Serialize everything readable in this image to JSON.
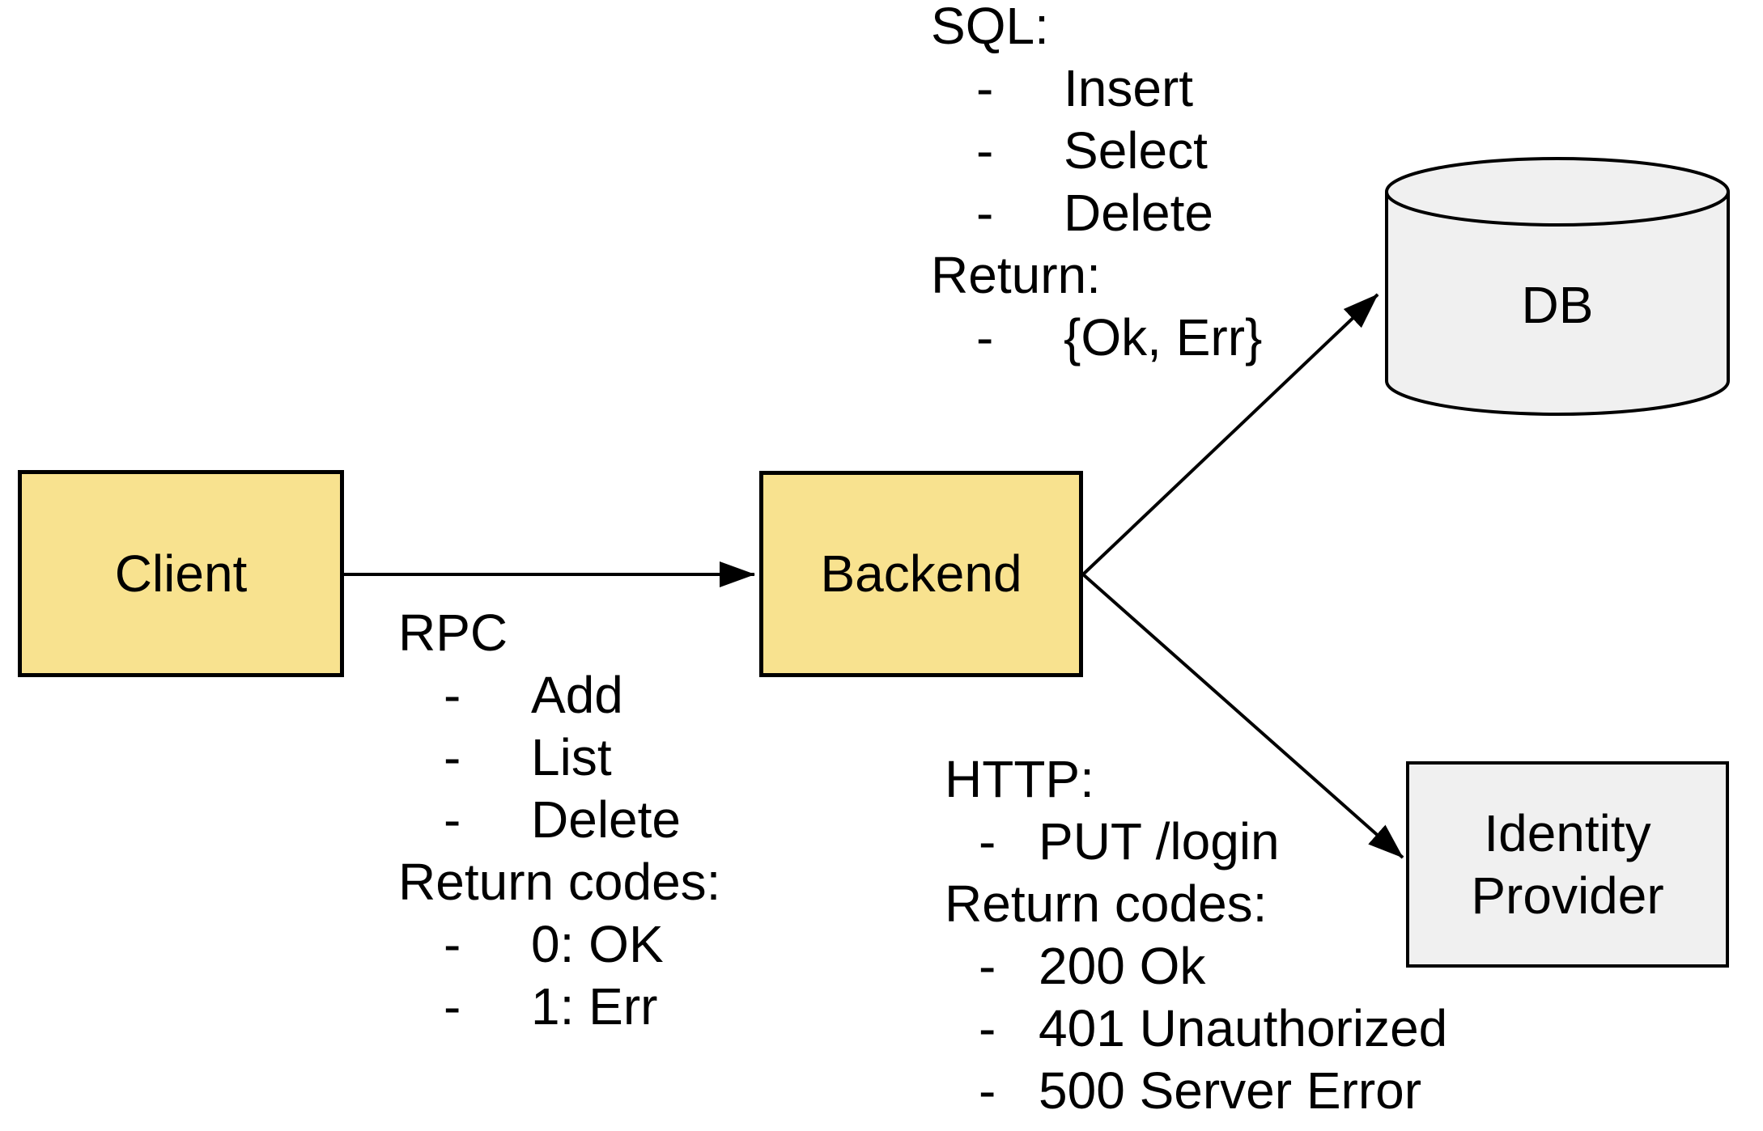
{
  "colors": {
    "process_fill": "#F8E28F",
    "process_stroke": "#000000",
    "datastore_fill": "#F0F0F0",
    "datastore_stroke": "#000000",
    "text_color": "#000000",
    "arrow_color": "#000000",
    "bg": "#FFFFFF"
  },
  "bullet_char": "-",
  "nodes": {
    "client": {
      "label": "Client"
    },
    "backend": {
      "label": "Backend"
    },
    "db": {
      "label": "DB"
    },
    "identity_provider": {
      "label_lines": [
        "Identity",
        "Provider"
      ]
    }
  },
  "edges": [
    {
      "from": "Client",
      "to": "Backend"
    },
    {
      "from": "Backend",
      "to": "DB"
    },
    {
      "from": "Backend",
      "to": "Identity Provider"
    }
  ],
  "annotations": {
    "sql": {
      "title": "SQL:",
      "operations": [
        "Insert",
        "Select",
        "Delete"
      ],
      "return_title": "Return:",
      "return_values": [
        "{Ok, Err}"
      ]
    },
    "rpc": {
      "title": "RPC",
      "operations": [
        "Add",
        "List",
        "Delete"
      ],
      "return_title": "Return codes:",
      "return_values": [
        "0: OK",
        "1: Err"
      ]
    },
    "http": {
      "title": "HTTP:",
      "operations": [
        "PUT /login"
      ],
      "return_title": "Return codes:",
      "return_values": [
        "200 Ok",
        "401 Unauthorized",
        "500 Server Error"
      ]
    }
  }
}
